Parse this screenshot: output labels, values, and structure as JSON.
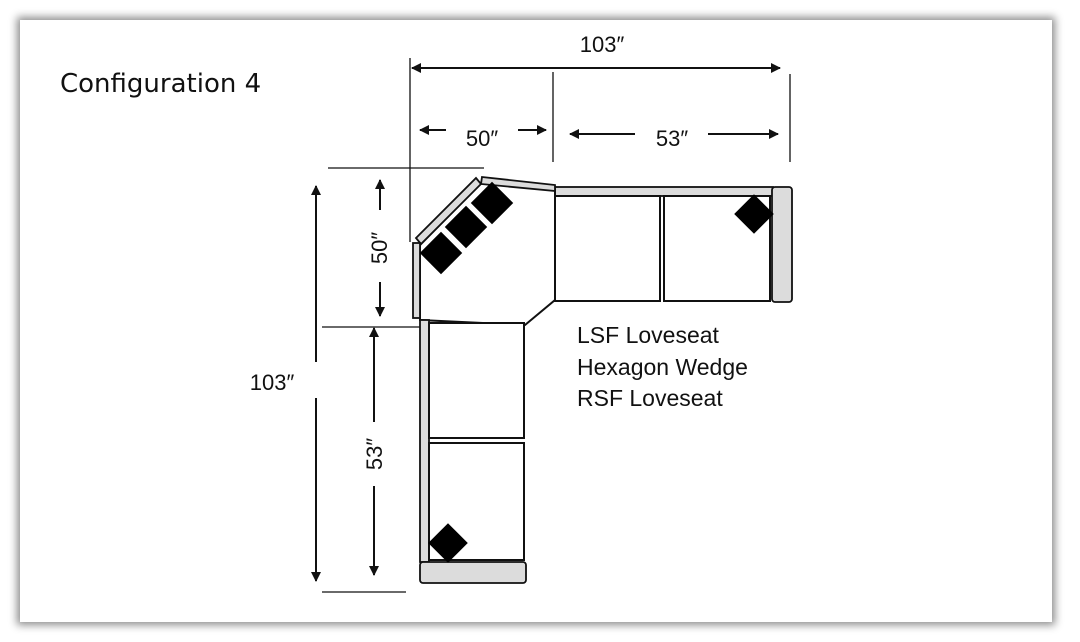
{
  "title": "Configuration 4",
  "dimensions": {
    "total_width": "103″",
    "left_width": "50″",
    "right_width": "53″",
    "total_depth": "103″",
    "top_depth": "50″",
    "bottom_depth": "53″"
  },
  "pieces": [
    "LSF Loveseat",
    "Hexagon Wedge",
    "RSF Loveseat"
  ],
  "colors": {
    "frame": "#dcdcdc",
    "line": "#111111",
    "pillow": "#000000"
  }
}
